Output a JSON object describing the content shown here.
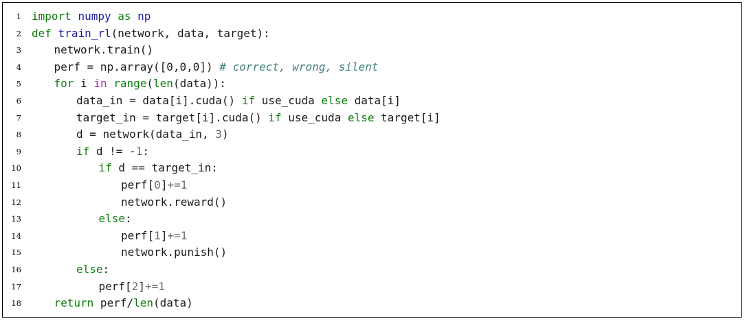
{
  "listing": {
    "lines": [
      {
        "n": "1",
        "indent": 0,
        "tokens": [
          {
            "t": "import",
            "c": "kw"
          },
          {
            "t": " "
          },
          {
            "t": "numpy",
            "c": "nm"
          },
          {
            "t": " "
          },
          {
            "t": "as",
            "c": "kw"
          },
          {
            "t": " "
          },
          {
            "t": "np",
            "c": "nm"
          }
        ]
      },
      {
        "n": "2",
        "indent": 0,
        "tokens": [
          {
            "t": "def",
            "c": "kw"
          },
          {
            "t": " "
          },
          {
            "t": "train_rl",
            "c": "nm"
          },
          {
            "t": "(network, data, target):"
          }
        ]
      },
      {
        "n": "3",
        "indent": 1,
        "tokens": [
          {
            "t": "network.train()"
          }
        ]
      },
      {
        "n": "4",
        "indent": 1,
        "tokens": [
          {
            "t": "perf = np.array([0,0,0]) "
          },
          {
            "t": "# correct, wrong, silent",
            "c": "cm"
          }
        ]
      },
      {
        "n": "5",
        "indent": 1,
        "tokens": [
          {
            "t": "for",
            "c": "kw"
          },
          {
            "t": " i "
          },
          {
            "t": "in",
            "c": "op"
          },
          {
            "t": " "
          },
          {
            "t": "range",
            "c": "bi"
          },
          {
            "t": "("
          },
          {
            "t": "len",
            "c": "bi"
          },
          {
            "t": "(data)):"
          }
        ]
      },
      {
        "n": "6",
        "indent": 2,
        "tokens": [
          {
            "t": "data_in = data[i].cuda() "
          },
          {
            "t": "if",
            "c": "kw"
          },
          {
            "t": " use_cuda "
          },
          {
            "t": "else",
            "c": "kw"
          },
          {
            "t": " data[i]"
          }
        ]
      },
      {
        "n": "7",
        "indent": 2,
        "tokens": [
          {
            "t": "target_in = target[i].cuda() "
          },
          {
            "t": "if",
            "c": "kw"
          },
          {
            "t": " use_cuda "
          },
          {
            "t": "else",
            "c": "kw"
          },
          {
            "t": " target[i]"
          }
        ]
      },
      {
        "n": "8",
        "indent": 2,
        "tokens": [
          {
            "t": "d = network(data_in, "
          },
          {
            "t": "3",
            "c": "num"
          },
          {
            "t": ")"
          }
        ]
      },
      {
        "n": "9",
        "indent": 2,
        "tokens": [
          {
            "t": "if",
            "c": "kw"
          },
          {
            "t": " d != -"
          },
          {
            "t": "1",
            "c": "num"
          },
          {
            "t": ":"
          }
        ]
      },
      {
        "n": "10",
        "indent": 3,
        "tokens": [
          {
            "t": "if",
            "c": "kw"
          },
          {
            "t": " d == target_in:"
          }
        ]
      },
      {
        "n": "11",
        "indent": 4,
        "tokens": [
          {
            "t": "perf["
          },
          {
            "t": "0",
            "c": "num"
          },
          {
            "t": "]"
          },
          {
            "t": "+=",
            "c": "num"
          },
          {
            "t": "1",
            "c": "num"
          }
        ]
      },
      {
        "n": "12",
        "indent": 4,
        "tokens": [
          {
            "t": "network.reward()"
          }
        ]
      },
      {
        "n": "13",
        "indent": 3,
        "tokens": [
          {
            "t": "else",
            "c": "kw"
          },
          {
            "t": ":"
          }
        ]
      },
      {
        "n": "14",
        "indent": 4,
        "tokens": [
          {
            "t": "perf["
          },
          {
            "t": "1",
            "c": "num"
          },
          {
            "t": "]"
          },
          {
            "t": "+=",
            "c": "num"
          },
          {
            "t": "1",
            "c": "num"
          }
        ]
      },
      {
        "n": "15",
        "indent": 4,
        "tokens": [
          {
            "t": "network.punish()"
          }
        ]
      },
      {
        "n": "16",
        "indent": 2,
        "tokens": [
          {
            "t": "else",
            "c": "kw"
          },
          {
            "t": ":"
          }
        ]
      },
      {
        "n": "17",
        "indent": 3,
        "tokens": [
          {
            "t": "perf["
          },
          {
            "t": "2",
            "c": "num"
          },
          {
            "t": "]"
          },
          {
            "t": "+=",
            "c": "num"
          },
          {
            "t": "1",
            "c": "num"
          }
        ]
      },
      {
        "n": "18",
        "indent": 1,
        "tokens": [
          {
            "t": "return",
            "c": "kw"
          },
          {
            "t": " perf/"
          },
          {
            "t": "len",
            "c": "bi"
          },
          {
            "t": "(data)"
          }
        ]
      }
    ]
  }
}
